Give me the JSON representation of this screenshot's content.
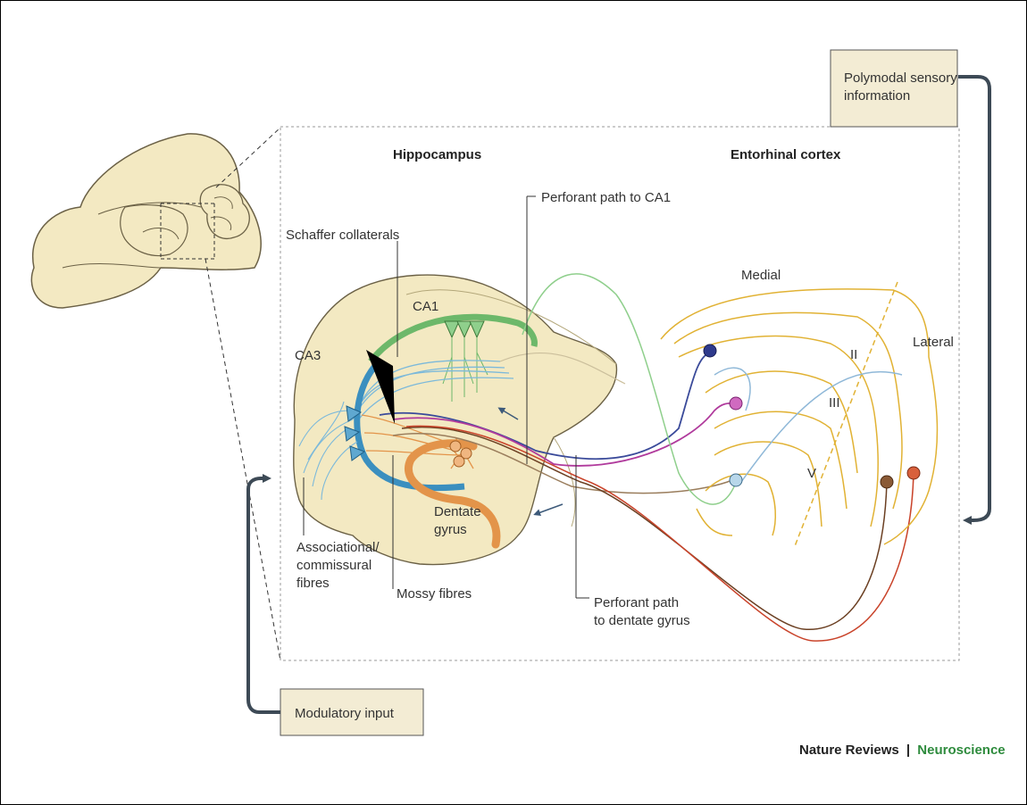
{
  "labels": {
    "polymodal": [
      "Polymodal sensory",
      "information"
    ],
    "hippocampus": "Hippocampus",
    "entorhinal": "Entorhinal cortex",
    "perforant_ca1": "Perforant path to CA1",
    "schaffer": "Schaffer collaterals",
    "ca1": "CA1",
    "ca3": "CA3",
    "medial": "Medial",
    "lateral": "Lateral",
    "layer_ii": "II",
    "layer_iii": "III",
    "layer_v": "V",
    "dentate": [
      "Dentate",
      "gyrus"
    ],
    "associational": [
      "Associational/",
      "commissural",
      "fibres"
    ],
    "mossy": "Mossy fibres",
    "perforant_dg": [
      "Perforant path",
      "to dentate gyrus"
    ],
    "modulatory": "Modulatory input",
    "credit_journal": "Nature Reviews",
    "credit_sep": "|",
    "credit_field": "Neuroscience"
  },
  "colors": {
    "tissue": "#f3e9c2",
    "ca1": "#6db86a",
    "ca3": "#3b8fbf",
    "dentate": "#e3944a",
    "entorhinal_lines": "#e1b234",
    "arrow": "#3d4a56",
    "credit_field": "#2e8b3d"
  },
  "icons": {
    "input_arrow": "arrow-right-icon",
    "pointer": "triangle-pointer-icon"
  }
}
